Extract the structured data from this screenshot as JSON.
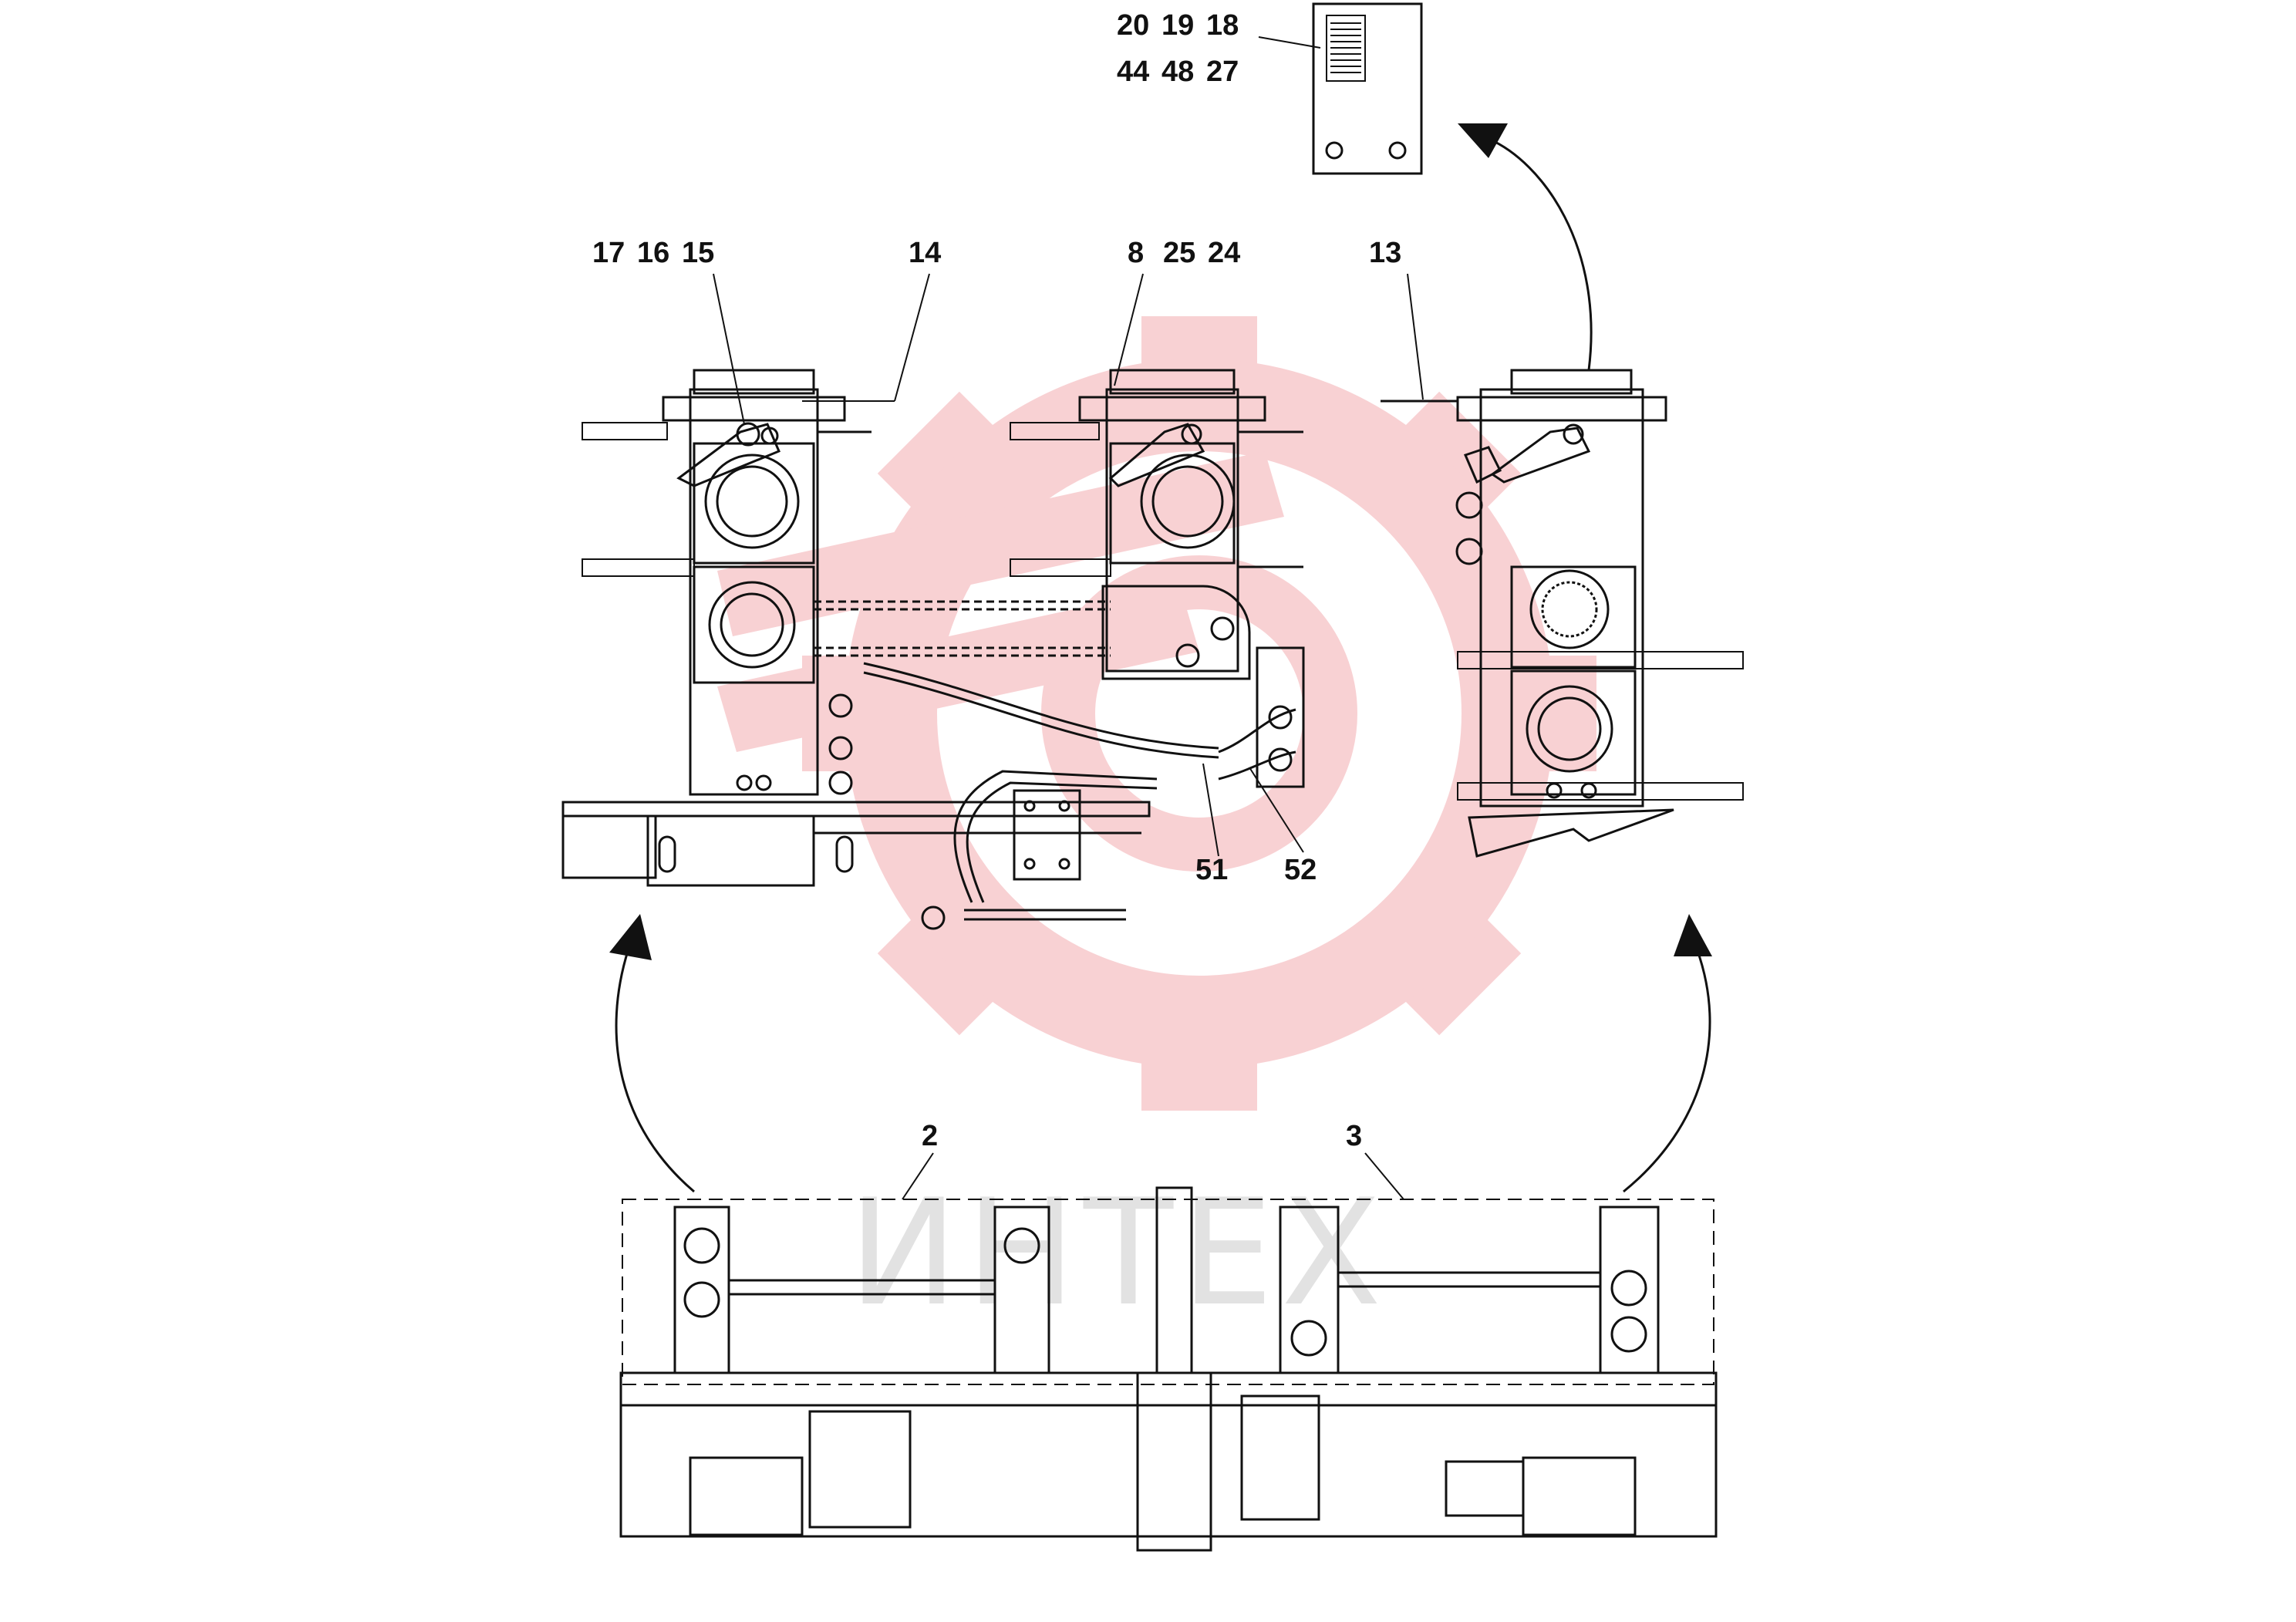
{
  "watermark": {
    "text": "ИНТЕХ",
    "gear_color": "#f7c9cc",
    "text_color": "#e2e2e2"
  },
  "labels": {
    "pn_20": "20",
    "pn_19": "19",
    "pn_18": "18",
    "pn_44": "44",
    "pn_48": "48",
    "pn_27": "27",
    "pn_17": "17",
    "pn_16": "16",
    "pn_15": "15",
    "pn_14": "14",
    "pn_8": "8",
    "pn_25": "25",
    "pn_24": "24",
    "pn_13": "13",
    "pn_51": "51",
    "pn_52": "52",
    "pn_2": "2",
    "pn_3": "3"
  },
  "colors": {
    "line": "#111111",
    "background": "#ffffff"
  }
}
